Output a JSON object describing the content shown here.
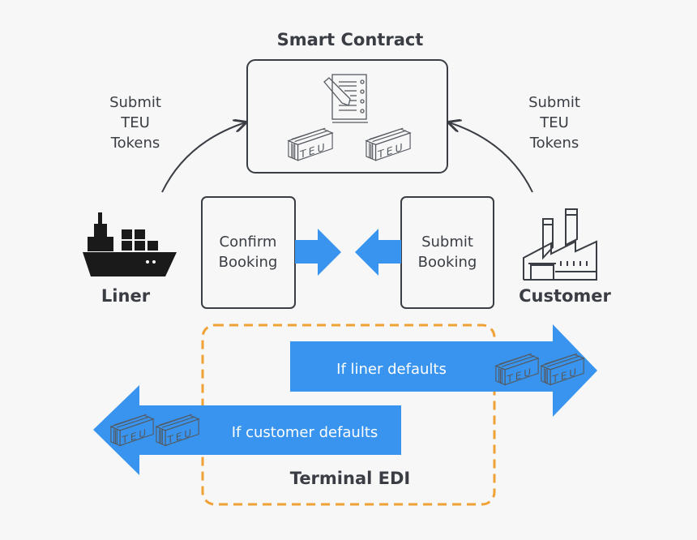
{
  "title": "Smart Contract",
  "left_note": [
    "Submit",
    "TEU",
    "Tokens"
  ],
  "right_note": [
    "Submit",
    "TEU",
    "Tokens"
  ],
  "liner": {
    "label": "Liner",
    "icon": "ship-icon"
  },
  "customer": {
    "label": "Customer",
    "icon": "factory-icon"
  },
  "confirm_box": [
    "Confirm",
    "Booking"
  ],
  "submit_box": [
    "Submit",
    "Booking"
  ],
  "liner_default": "If liner defaults",
  "customer_default": "If customer defaults",
  "terminal": "Terminal EDI",
  "container_label": "TEU",
  "colors": {
    "arrow": "#3894ee",
    "dashed_border": "#f0a133",
    "text": "#3a3e44",
    "background": "#f7f7f7"
  }
}
